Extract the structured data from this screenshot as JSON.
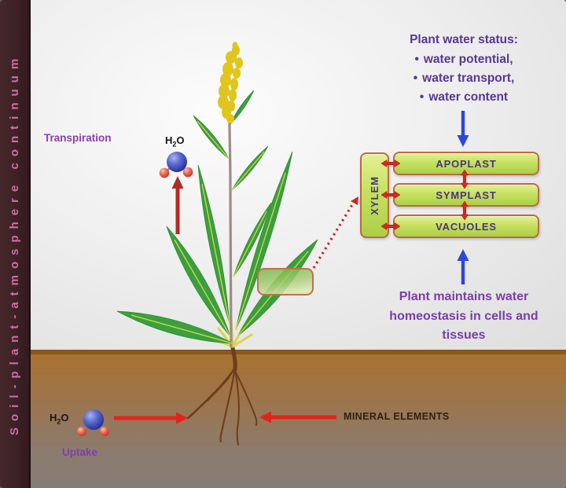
{
  "sidebar": {
    "title": "Soil-plant-atmosphere continuum"
  },
  "labels": {
    "transpiration": "Transpiration",
    "uptake": "Uptake",
    "minerals": "MINERAL ELEMENTS"
  },
  "molecule": {
    "formula_parts": [
      "H",
      "2",
      "O"
    ]
  },
  "status": {
    "title": "Plant water status:",
    "bullet_char": "•",
    "bullets": [
      "water potential,",
      "water transport,",
      "water content"
    ]
  },
  "homeostasis": {
    "lines": [
      "Plant maintains water",
      "homeostasis in cells and",
      "tissues"
    ]
  },
  "diagram": {
    "xylem": "XYLEM",
    "compartments": [
      "APOPLAST",
      "SYMPLAST",
      "VACUOLES"
    ]
  },
  "colors": {
    "sidebar_bg": "#3c2125",
    "sidebar_text": "#cf6fa4",
    "atmosphere": "#efefef",
    "soil_top": "#a9712e",
    "soil_bottom": "#867c76",
    "box_border": "#bb6a43",
    "box_fill_top": "#e3f094",
    "box_fill_bottom": "#abcf47",
    "box_text": "#4a3478",
    "heading_purple": "#583794",
    "body_purple": "#7a3da8",
    "arrow_red": "#e0241c",
    "arrow_dark_red": "#b32a20",
    "arrow_blue": "#2e47d8",
    "leaf_green": "#3aa03d",
    "flower_yellow": "#e0c51c",
    "root_brown": "#6e3d1d"
  }
}
